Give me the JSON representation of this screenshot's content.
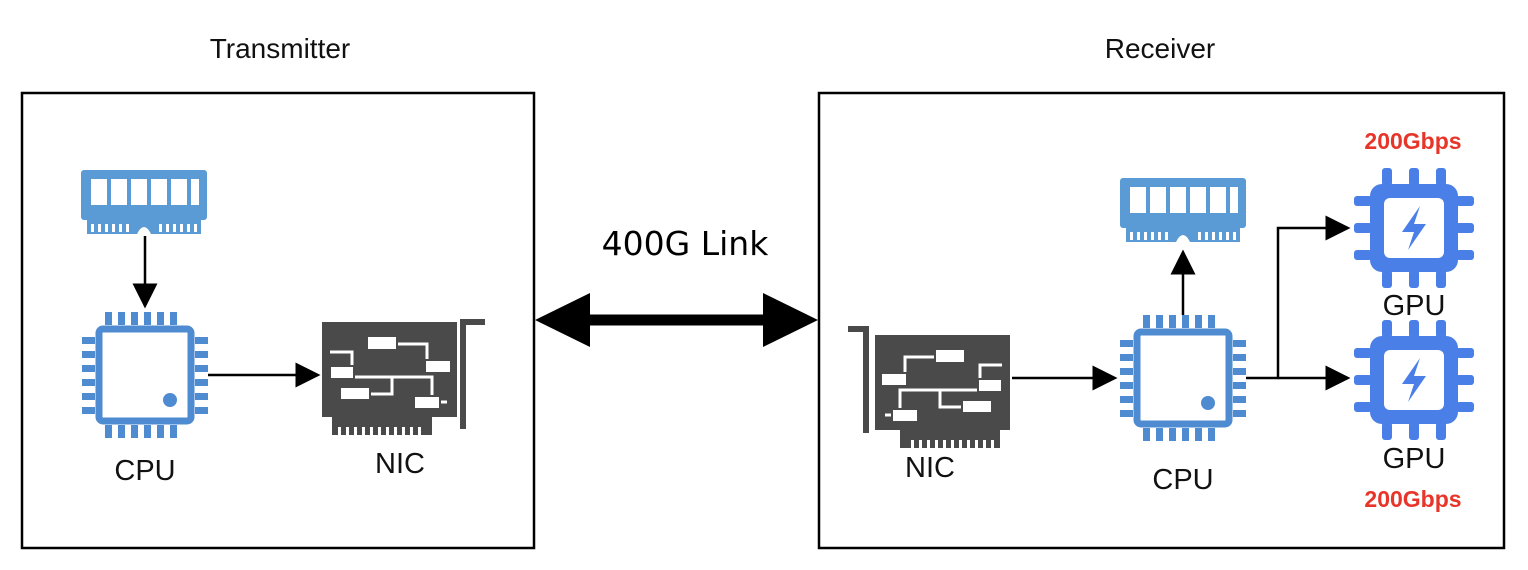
{
  "transmitter": {
    "title": "Transmitter",
    "cpu_label": "CPU",
    "nic_label": "NIC"
  },
  "receiver": {
    "title": "Receiver",
    "nic_label": "NIC",
    "cpu_label": "CPU",
    "gpu_top_label": "GPU",
    "gpu_bottom_label": "GPU",
    "gpu_top_rate": "200Gbps",
    "gpu_bottom_rate": "200Gbps"
  },
  "link": {
    "label": "400G Link"
  },
  "colors": {
    "chip_blue": "#4f8bd0",
    "gpu_blue": "#4a7fe8",
    "nic_gray": "#4a4a4a",
    "rate_red": "#e8352a"
  },
  "icons": [
    "memory-icon",
    "cpu-chip-icon",
    "nic-card-icon",
    "gpu-chip-icon"
  ]
}
